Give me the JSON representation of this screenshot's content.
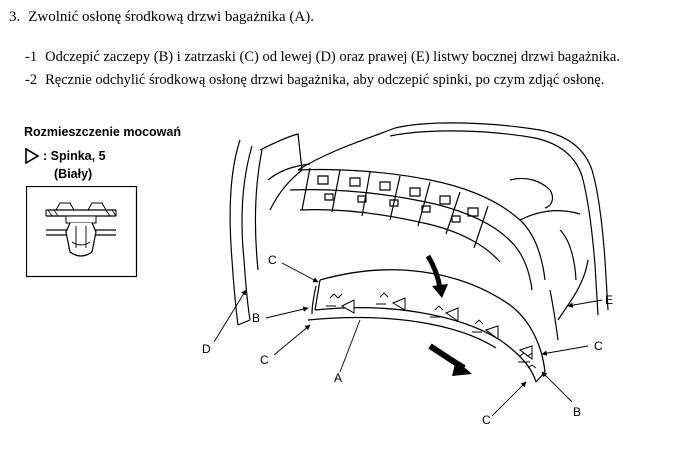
{
  "step": {
    "number": "3.",
    "title": "Zwolnić osłonę środkową drzwi bagażnika (A)."
  },
  "substeps": [
    {
      "index": "-1",
      "text": "Odczepić zaczepy (B) i zatrzaski (C) od lewej (D) oraz prawej (E) listwy bocznej drzwi bagażnika."
    },
    {
      "index": "-2",
      "text": "Ręcznie odchylić środkową osłonę drzwi bagażnika, aby odczepić spinki, po czym zdjąć osłonę."
    }
  ],
  "legend": {
    "title": "Rozmieszczenie mocowań",
    "icon": "triangle-outline-icon",
    "clip_label": ": Spinka, 5",
    "clip_color": "(Biały)"
  },
  "callouts": {
    "c_top_left": "C",
    "b_left": "B",
    "c_lower_left": "C",
    "d": "D",
    "a": "A",
    "e": "E",
    "c_right": "C",
    "b_right": "B",
    "c_bottom": "C"
  }
}
